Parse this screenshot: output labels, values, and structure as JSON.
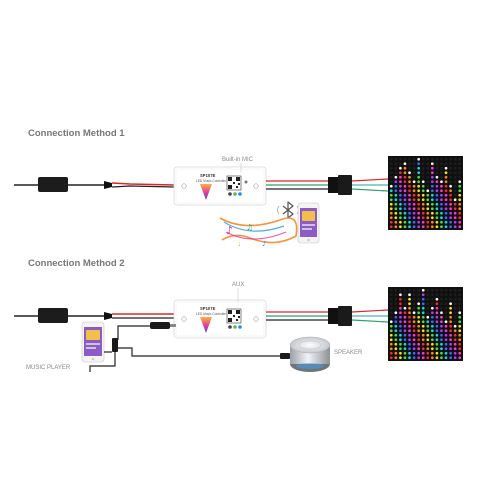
{
  "headings": {
    "method1": "Connection Method 1",
    "method2": "Connection Method 2"
  },
  "labels": {
    "builtin_mic": "Built-in MIC",
    "aux": "AUX",
    "music_player": "MUSIC PLAYER",
    "speaker": "SPEAKER"
  },
  "controller": {
    "model": "SP107E",
    "subtitle": "LED Music Controller"
  },
  "colors": {
    "wire_red": "#d8262c",
    "wire_black": "#222222",
    "wire_green": "#2f9e6e",
    "wire_teal": "#4ab3b0",
    "panel_bg": "#101010",
    "phone_screen": "#8a5cc4"
  },
  "icons": {
    "bluetooth": "bluetooth-icon",
    "music_notes": "music-notes-icon",
    "microphone": "microphone-icon"
  },
  "matrix_levels": {
    "panel1": [
      0.55,
      0.7,
      0.8,
      0.9,
      0.75,
      0.6,
      0.95,
      0.65,
      0.5,
      0.85,
      0.7,
      0.6,
      0.8,
      0.55,
      0.4,
      0.65
    ],
    "panel2": [
      0.5,
      0.65,
      0.85,
      0.7,
      0.9,
      0.6,
      0.75,
      0.95,
      0.55,
      0.7,
      0.8,
      0.6,
      0.5,
      0.75,
      0.45,
      0.6
    ]
  }
}
